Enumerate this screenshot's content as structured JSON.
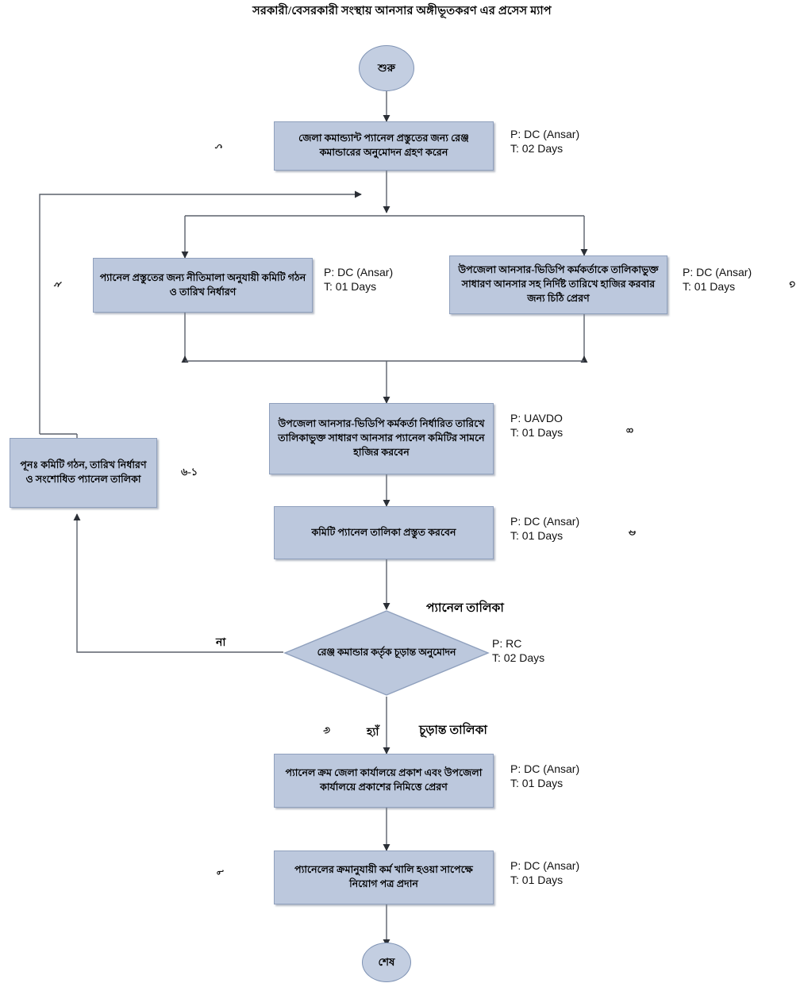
{
  "title": "সরকারী/বেসরকারী সংস্থায় আনসার অঙ্গীভূতকরণ এর প্রসেস ম্যাপ",
  "colors": {
    "node_fill": "#bcc8dd",
    "node_border": "#8fa0bd",
    "terminator_fill": "#c3cee1",
    "connector": "#4a4f58",
    "background": "#ffffff"
  },
  "terminators": {
    "start": "শুরু",
    "end": "শেষ"
  },
  "nodes": [
    {
      "id": "n1",
      "step": "১",
      "text": "জেলা কমান্ড্যান্ট প্যানেল প্রস্তুতের জন্য রেঞ্জ কমান্ডারের অনুমোদন গ্রহণ করেন",
      "performer": "P: DC (Ansar)",
      "time": "T: 02 Days"
    },
    {
      "id": "n2",
      "step": "২",
      "text": "প্যানেল প্রস্তুতের জন্য নীতিমালা অনুযায়ী কমিটি গঠন ও তারিখ নির্ধারণ",
      "performer": "P: DC (Ansar)",
      "time": "T: 01 Days"
    },
    {
      "id": "n3",
      "step": "৩",
      "text": "উপজেলা আনসার-ভিডিপি কর্মকর্তাকে তালিকাভুক্ত সাধারণ আনসার সহ নির্দিষ্ট তারিখে হাজির করবার জন্য চিঠি প্রেরণ",
      "performer": "P: DC (Ansar)",
      "time": "T: 01 Days"
    },
    {
      "id": "n4",
      "step": "৪",
      "text": "উপজেলা আনসার-ভিডিপি কর্মকর্তা নির্ধারিত তারিখে তালিকাভুক্ত সাধারণ আনসার প্যানেল কমিটির সামনে হাজির করবেন",
      "performer": "P: UAVDO",
      "time": "T: 01 Days"
    },
    {
      "id": "n5",
      "step": "৫",
      "text": "কমিটি প্যানেল তালিকা প্রস্তুত করবেন",
      "performer": "P: DC (Ansar)",
      "time": "T: 01 Days"
    },
    {
      "id": "n6_1",
      "step": "৬-১",
      "text": "পূনঃ  কমিটি গঠন, তারিখ নির্ধারণ ও সংশোধিত প্যানেল তালিকা",
      "performer": "",
      "time": ""
    },
    {
      "id": "n6",
      "step": "৬",
      "text": "প্যানেল ক্রম জেলা কার্যালয়ে প্রকাশ এবং উপজেলা কার্যালয়ে প্রকাশের নিমিত্তে প্রেরণ",
      "performer": "P: DC (Ansar)",
      "time": "T: 01 Days"
    },
    {
      "id": "n7",
      "step": "৭",
      "text": "প্যানেলের ক্রমানুযায়ী কর্ম খালি হওয়া সাপেক্ষে নিয়োগ পত্র প্রদান",
      "performer": "P: DC (Ansar)",
      "time": "T: 01 Days"
    }
  ],
  "decision": {
    "text": "রেঞ্জ কমান্ডার কর্তৃক চূড়ান্ত অনুমোদন",
    "performer": "P: RC",
    "time": "T: 02 Days",
    "input_label": "প্যানেল তালিকা",
    "output_label": "চূড়ান্ত তালিকা",
    "yes_label": "হ্যাঁ",
    "no_label": "না"
  }
}
